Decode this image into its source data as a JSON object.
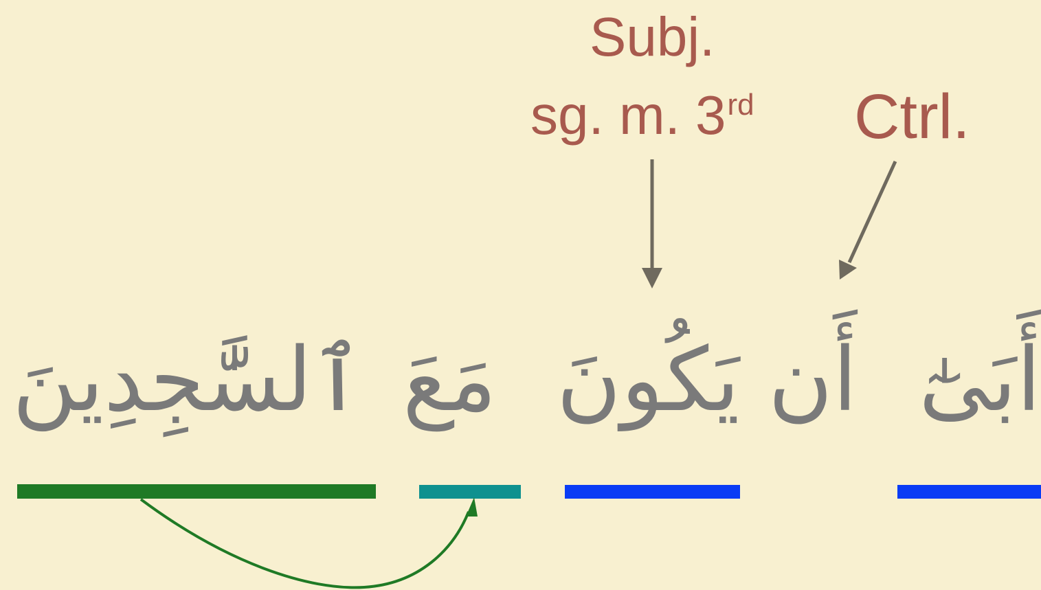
{
  "annotations": {
    "subj_line1": "Subj.",
    "subj_line2": "sg. m. 3",
    "subj_sup": "rd",
    "ctrl": "Ctrl."
  },
  "words": {
    "abaa": "أَبَىٰٓ",
    "an": "أَن",
    "yakuna": "يَكُونَ",
    "maa": "مَعَ",
    "as_sajidin": "ٱلسَّٰجِدِينَ"
  },
  "colors": {
    "background": "#f8f0d0",
    "label_text": "#a85a4e",
    "arabic_text": "#7a7a7a",
    "arrow_gray": "#6f6a5e",
    "bar_green": "#1f7a25",
    "bar_teal": "#0f918f",
    "bar_blue": "#0a3cf5",
    "arrow_green": "#1f7a25"
  }
}
